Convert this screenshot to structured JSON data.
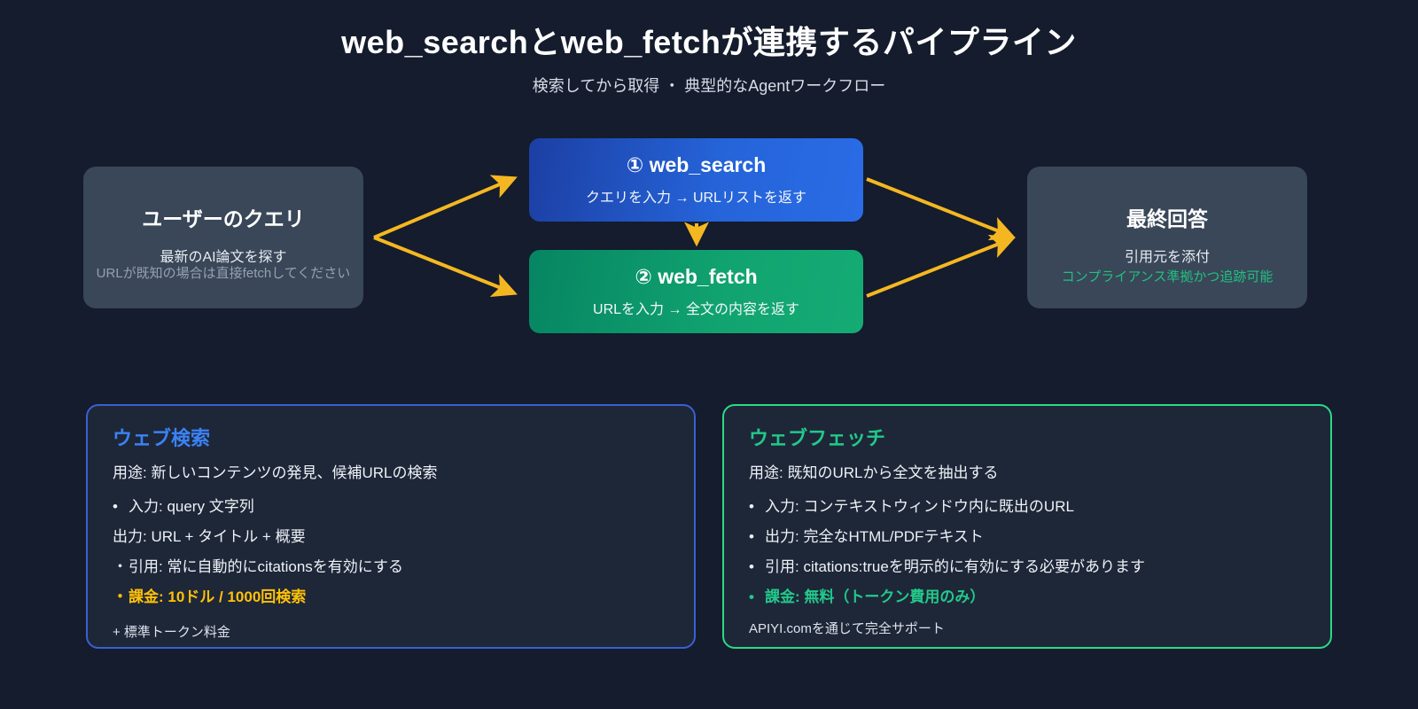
{
  "header": {
    "title": "web_searchとweb_fetchが連携するパイプライン",
    "subtitle": "検索してから取得 ・ 典型的なAgentワークフロー"
  },
  "flow": {
    "user_query": {
      "title": "ユーザーのクエリ",
      "sub": "最新のAI論文を探す",
      "sub_dim": "URLが既知の場合は直接fetchしてください"
    },
    "web_search": {
      "title": "① web_search",
      "sub": "クエリを入力 → URLリストを返す"
    },
    "web_fetch": {
      "title": "② web_fetch",
      "sub": "URLを入力 → 全文の内容を返す"
    },
    "final_answer": {
      "title": "最終回答",
      "sub": "引用元を添付",
      "sub_green": "コンプライアンス準拠かつ追跡可能"
    }
  },
  "panels": {
    "search": {
      "heading": "ウェブ検索",
      "purpose": "用途: 新しいコンテンツの発見、候補URLの検索",
      "items": [
        {
          "bullet": "•",
          "text": "入力: query 文字列",
          "style": "normal"
        },
        {
          "bullet": "",
          "text": "出力: URL + タイトル + 概要",
          "style": "normal"
        },
        {
          "bullet": "・",
          "text": "引用: 常に自動的にcitationsを有効にする",
          "style": "normal"
        },
        {
          "bullet": "・",
          "text": "課金:  10ドル / 1000回検索",
          "style": "amber"
        }
      ],
      "footer": "+ 標準トークン料金",
      "border_color": "#3b5fd4",
      "heading_color": "#3b82f6"
    },
    "fetch": {
      "heading": "ウェブフェッチ",
      "purpose": "用途: 既知のURLから全文を抽出する",
      "items": [
        {
          "bullet": "•",
          "text": "入力: コンテキストウィンドウ内に既出のURL",
          "style": "normal"
        },
        {
          "bullet": "•",
          "text": "出力: 完全なHTML/PDFテキスト",
          "style": "normal"
        },
        {
          "bullet": "•",
          "text": "引用: citations:trueを明示的に有効にする必要があります",
          "style": "normal"
        },
        {
          "bullet": "•",
          "text": "課金: 無料（トークン費用のみ）",
          "style": "green"
        }
      ],
      "footer": "APIYI.comを通じて完全サポート",
      "border_color": "#2ad98a",
      "heading_color": "#22c98a"
    }
  },
  "colors": {
    "background": "#141c2d",
    "arrow": "#f5b721",
    "node_side": "#394758",
    "search_blue": "#2563d8",
    "fetch_green": "#11a470",
    "amber": "#ffc107",
    "green": "#22c98a"
  }
}
